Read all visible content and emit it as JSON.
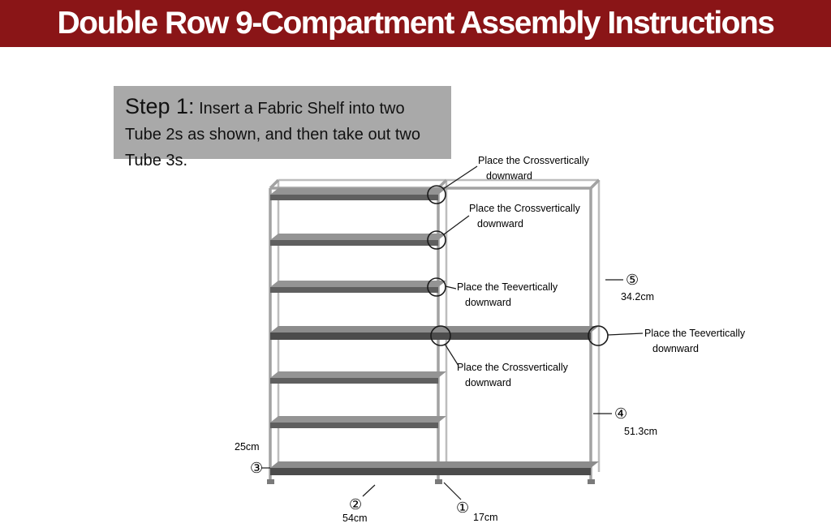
{
  "header": {
    "title": "Double Row 9-Compartment Assembly Instructions"
  },
  "step": {
    "label": "Step 1:",
    "instruction": " Insert a Fabric Shelf into two Tube 2s as shown, and then take out two Tube 3s."
  },
  "callouts": {
    "cross_top": {
      "line1": "Place the Crossvertically",
      "line2": "downward"
    },
    "cross_second": {
      "line1": "Place the Crossvertically",
      "line2": "downward"
    },
    "tee_middle": {
      "line1": "Place the Teevertically",
      "line2": "downward"
    },
    "cross_lower": {
      "line1": "Place the Crossvertically",
      "line2": "downward"
    },
    "tee_right": {
      "line1": "Place the Teevertically",
      "line2": "downward"
    }
  },
  "measurements": {
    "m5": {
      "marker": "⑤",
      "value": "34.2cm"
    },
    "m4": {
      "marker": "④",
      "value": "51.3cm"
    },
    "m3": {
      "marker": "③",
      "value": "25cm"
    },
    "m2": {
      "marker": "②",
      "value": "54cm"
    },
    "m1": {
      "marker": "①",
      "value": "17cm"
    }
  },
  "colors": {
    "banner_bg": "#8a1517",
    "banner_text": "#ffffff",
    "step_box_bg": "#a9a9a9",
    "frame_gray": "#a2a2a2",
    "shelf_gray": "#5f5f5f"
  }
}
